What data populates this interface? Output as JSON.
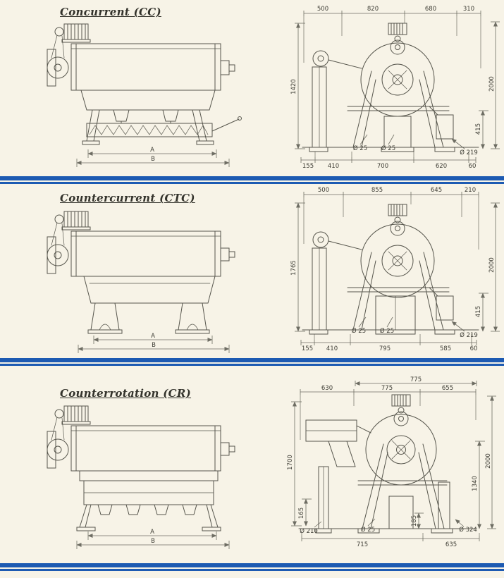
{
  "page": {
    "bg": "#f7f3e7",
    "divider_color": "#1d5ab2",
    "line_color": "#57564d"
  },
  "sections": [
    {
      "id": "cc",
      "title": "Concurrent (CC)",
      "side": {
        "dim_a": "A",
        "dim_b": "B"
      },
      "end": {
        "top": [
          "500",
          "820",
          "680",
          "310"
        ],
        "left": [
          "1420"
        ],
        "right": [
          "2000",
          "415"
        ],
        "bottom": [
          "155",
          "410",
          "700",
          "620",
          "60"
        ],
        "diameters": [
          "Ø 25",
          "Ø 25",
          "Ø 219"
        ]
      }
    },
    {
      "id": "ctc",
      "title": "Countercurrent (CTC)",
      "side": {
        "dim_a": "A",
        "dim_b": "B"
      },
      "end": {
        "top": [
          "500",
          "855",
          "645",
          "210"
        ],
        "left": [
          "1765"
        ],
        "right": [
          "2000",
          "415"
        ],
        "bottom": [
          "155",
          "410",
          "795",
          "585",
          "60"
        ],
        "diameters": [
          "Ø 25",
          "Ø 25",
          "Ø 219"
        ]
      }
    },
    {
      "id": "cr",
      "title": "Counterrotation (CR)",
      "side": {
        "dim_a": "A",
        "dim_b": "B"
      },
      "end": {
        "top_overall": "775",
        "top": [
          "630",
          "775",
          "655"
        ],
        "left": [
          "1700",
          "165"
        ],
        "right": [
          "2000",
          "1340",
          "185"
        ],
        "bottom": [
          "715",
          "635"
        ],
        "diameters": [
          "Ø 210",
          "Ø 25",
          "Ø 324"
        ]
      }
    }
  ]
}
